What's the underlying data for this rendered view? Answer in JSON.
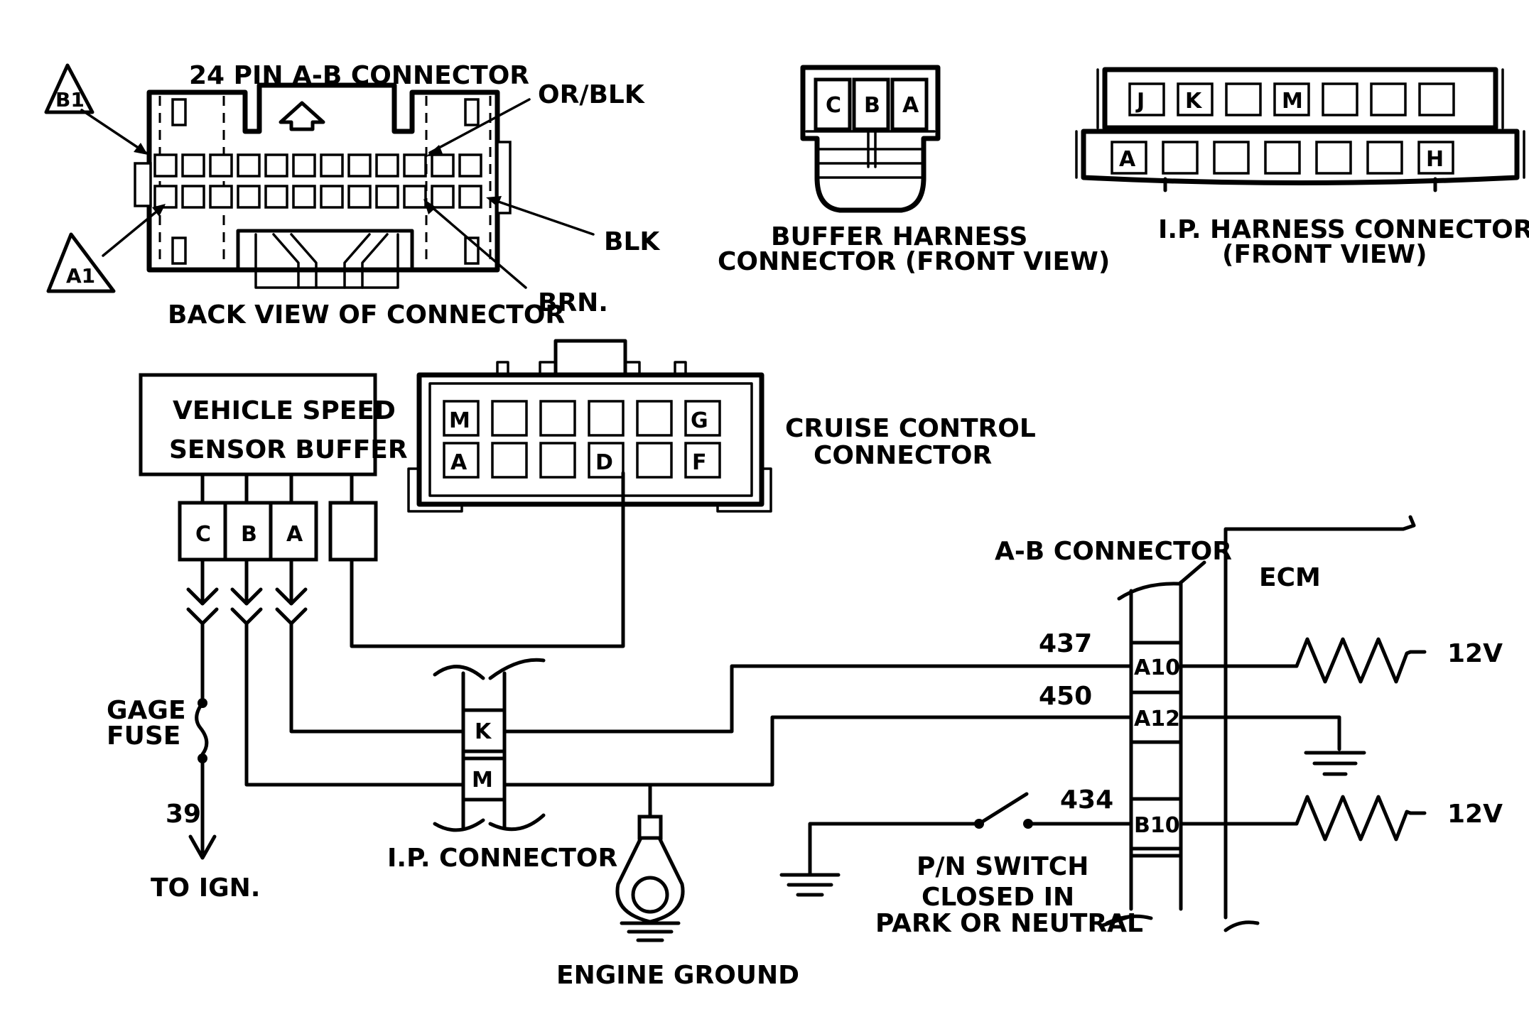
{
  "ab_connector_back": {
    "title": "24 PIN A-B  CONNECTOR",
    "caption": "BACK VIEW OF CONNECTOR",
    "badge_b1": "B1",
    "badge_a1": "A1",
    "wire_or_blk": "OR/BLK",
    "wire_blk": "BLK",
    "wire_brn": "BRN."
  },
  "buffer_harness": {
    "pins": [
      "C",
      "B",
      "A"
    ],
    "caption_line1": "BUFFER HARNESS",
    "caption_line2": "CONNECTOR (FRONT VIEW)"
  },
  "ip_harness": {
    "top_pins": [
      "J",
      "K",
      "",
      "M",
      "",
      "",
      ""
    ],
    "bottom_pins": [
      "A",
      "",
      "",
      "",
      "",
      "",
      "H"
    ],
    "caption_line1": "I.P. HARNESS CONNECTOR",
    "caption_line2": "(FRONT VIEW)"
  },
  "vss_buffer": {
    "line1": "VEHICLE SPEED",
    "line2": "SENSOR BUFFER",
    "pins": [
      "C",
      "B",
      "A"
    ]
  },
  "cruise_connector": {
    "top_pins": [
      "M",
      "",
      "",
      "",
      "",
      "G"
    ],
    "bottom_pins": [
      "A",
      "",
      "",
      "D",
      "",
      "F"
    ],
    "label_line1": "CRUISE CONTROL",
    "label_line2": "CONNECTOR"
  },
  "gage_fuse": {
    "line1": "GAGE",
    "line2": "FUSE"
  },
  "ign_wire": {
    "circuit": "39",
    "label": "TO IGN."
  },
  "ip_connector": {
    "pins": [
      "K",
      "M"
    ],
    "label": "I.P. CONNECTOR"
  },
  "engine_ground": {
    "label": "ENGINE GROUND"
  },
  "ab_connector": {
    "label": "A-B CONNECTOR",
    "pins": [
      "A10",
      "A12",
      "B10"
    ]
  },
  "ecm": {
    "label": "ECM"
  },
  "circuits": {
    "c437": "437",
    "c450": "450",
    "c434": "434"
  },
  "supply": {
    "upper": "12V",
    "lower": "12V"
  },
  "pn_switch": {
    "line1": "P/N SWITCH",
    "line2": "CLOSED IN",
    "line3": "PARK OR NEUTRAL"
  }
}
